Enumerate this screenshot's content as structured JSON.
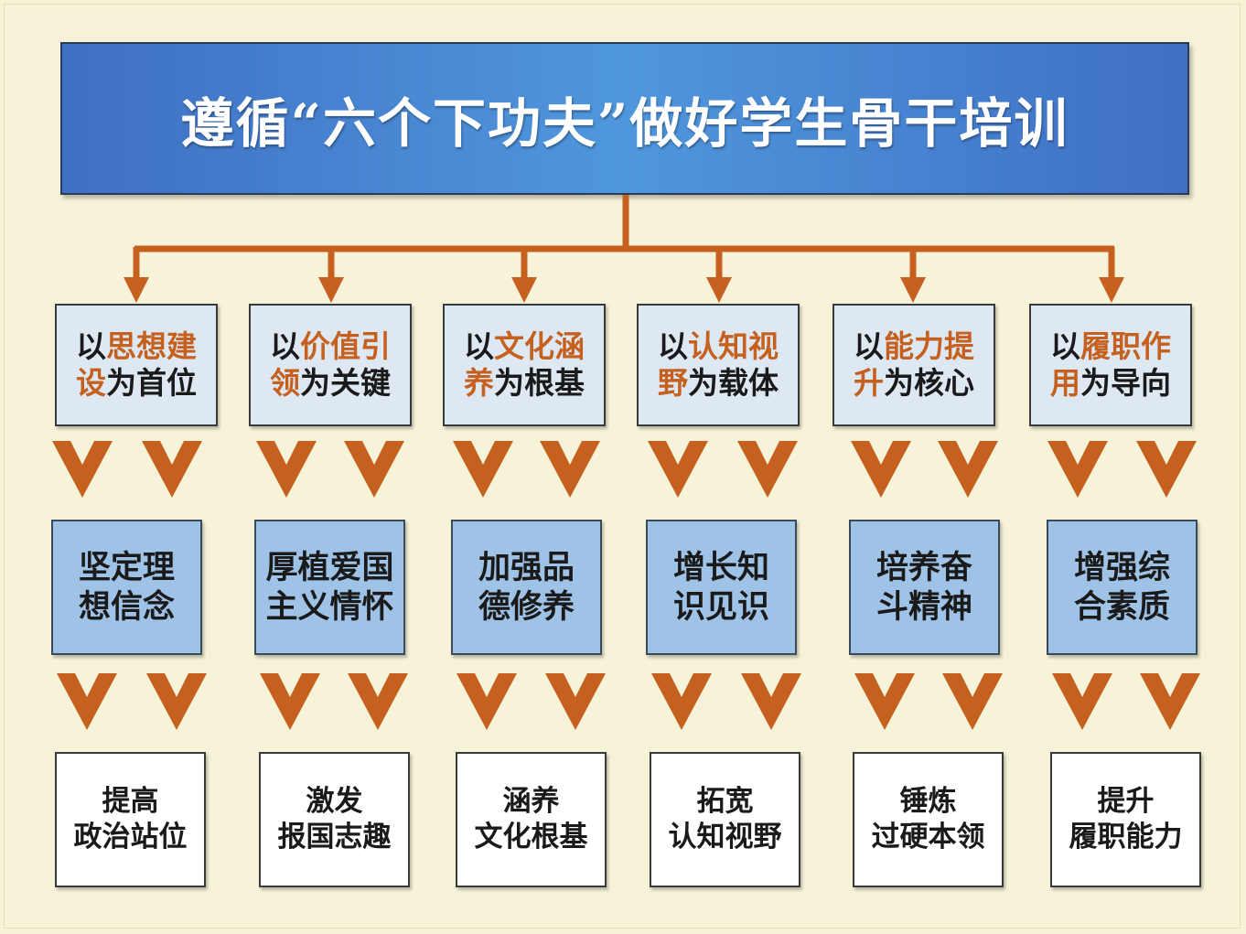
{
  "title": "遵循“六个下功夫”做好学生骨干培训",
  "colors": {
    "accent": "#c5601f",
    "title_bar": "#4a8ad6",
    "goal_box": "#9ec3e6",
    "principle_box": "#dde8f3",
    "background": "#f6f3d8"
  },
  "columns": [
    {
      "principle": {
        "prefix": "以",
        "highlight_1": "思想建",
        "highlight_2": "设",
        "suffix": "为首位"
      },
      "goal": {
        "line1": "坚定理",
        "line2": "想信念"
      },
      "outcome": {
        "line1": "提高",
        "line2": "政治站位"
      }
    },
    {
      "principle": {
        "prefix": "以",
        "highlight_1": "价值引",
        "highlight_2": "领",
        "suffix": "为关键"
      },
      "goal": {
        "line1": "厚植爱国",
        "line2": "主义情怀"
      },
      "outcome": {
        "line1": "激发",
        "line2": "报国志趣"
      }
    },
    {
      "principle": {
        "prefix": "以",
        "highlight_1": "文化涵",
        "highlight_2": "养",
        "suffix": "为根基"
      },
      "goal": {
        "line1": "加强品",
        "line2": "德修养"
      },
      "outcome": {
        "line1": "涵养",
        "line2": "文化根基"
      }
    },
    {
      "principle": {
        "prefix": "以",
        "highlight_1": "认知视",
        "highlight_2": "野",
        "suffix": "为载体"
      },
      "goal": {
        "line1": "增长知",
        "line2": "识见识"
      },
      "outcome": {
        "line1": "拓宽",
        "line2": "认知视野"
      }
    },
    {
      "principle": {
        "prefix": "以",
        "highlight_1": "能力提",
        "highlight_2": "升",
        "suffix": "为核心"
      },
      "goal": {
        "line1": "培养奋",
        "line2": "斗精神"
      },
      "outcome": {
        "line1": "锤炼",
        "line2": "过硬本领"
      }
    },
    {
      "principle": {
        "prefix": "以",
        "highlight_1": "履职作",
        "highlight_2": "用",
        "suffix": "为导向"
      },
      "goal": {
        "line1": "增强综",
        "line2": "合素质"
      },
      "outcome": {
        "line1": "提升",
        "line2": "履职能力"
      }
    }
  ]
}
